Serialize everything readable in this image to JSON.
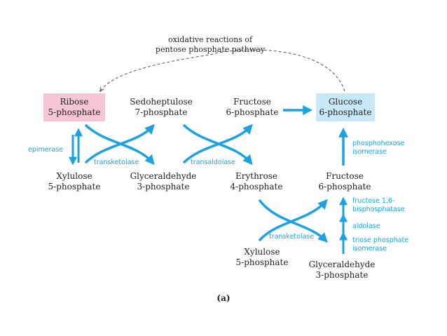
{
  "note": {
    "line1": "oxidative reactions of",
    "line2": "pentose phosphate pathway"
  },
  "metabolites": {
    "ribose5p": {
      "line1": "Ribose",
      "line2": "5-phosphate"
    },
    "sedoheptulose7p": {
      "line1": "Sedoheptulose",
      "line2": "7-phosphate"
    },
    "fructose6p_top": {
      "line1": "Fructose",
      "line2": "6-phosphate"
    },
    "glucose6p": {
      "line1": "Glucose",
      "line2": "6-phosphate"
    },
    "xylulose5p_left": {
      "line1": "Xylulose",
      "line2": "5-phosphate"
    },
    "glyceraldehyde3p_mid": {
      "line1": "Glyceraldehyde",
      "line2": "3-phosphate"
    },
    "erythrose4p": {
      "line1": "Erythrose",
      "line2": "4-phosphate"
    },
    "fructose6p_right": {
      "line1": "Fructose",
      "line2": "6-phosphate"
    },
    "xylulose5p_bottom": {
      "line1": "Xylulose",
      "line2": "5-phosphate"
    },
    "glyceraldehyde3p_bottom": {
      "line1": "Glyceraldehyde",
      "line2": "3-phosphate"
    }
  },
  "enzymes": {
    "epimerase": "epimerase",
    "transketolase1": "transketolase",
    "transaldolase": "transaldolase",
    "transketolase2": "transketolase",
    "phosphohexose": {
      "line1": "phosphohexose",
      "line2": "isomerase"
    },
    "fbpase": {
      "line1": "fructose 1,6-",
      "line2": "bisphosphatase"
    },
    "aldolase": "aldolase",
    "tpi": {
      "line1": "triose phosphate",
      "line2": "isomerase"
    }
  },
  "caption": "(a)",
  "colors": {
    "arrow": "#1aa3e0",
    "ribose_box": "#f6c6d7",
    "glucose_box": "#c9e8f7",
    "dashed": "#555555"
  }
}
